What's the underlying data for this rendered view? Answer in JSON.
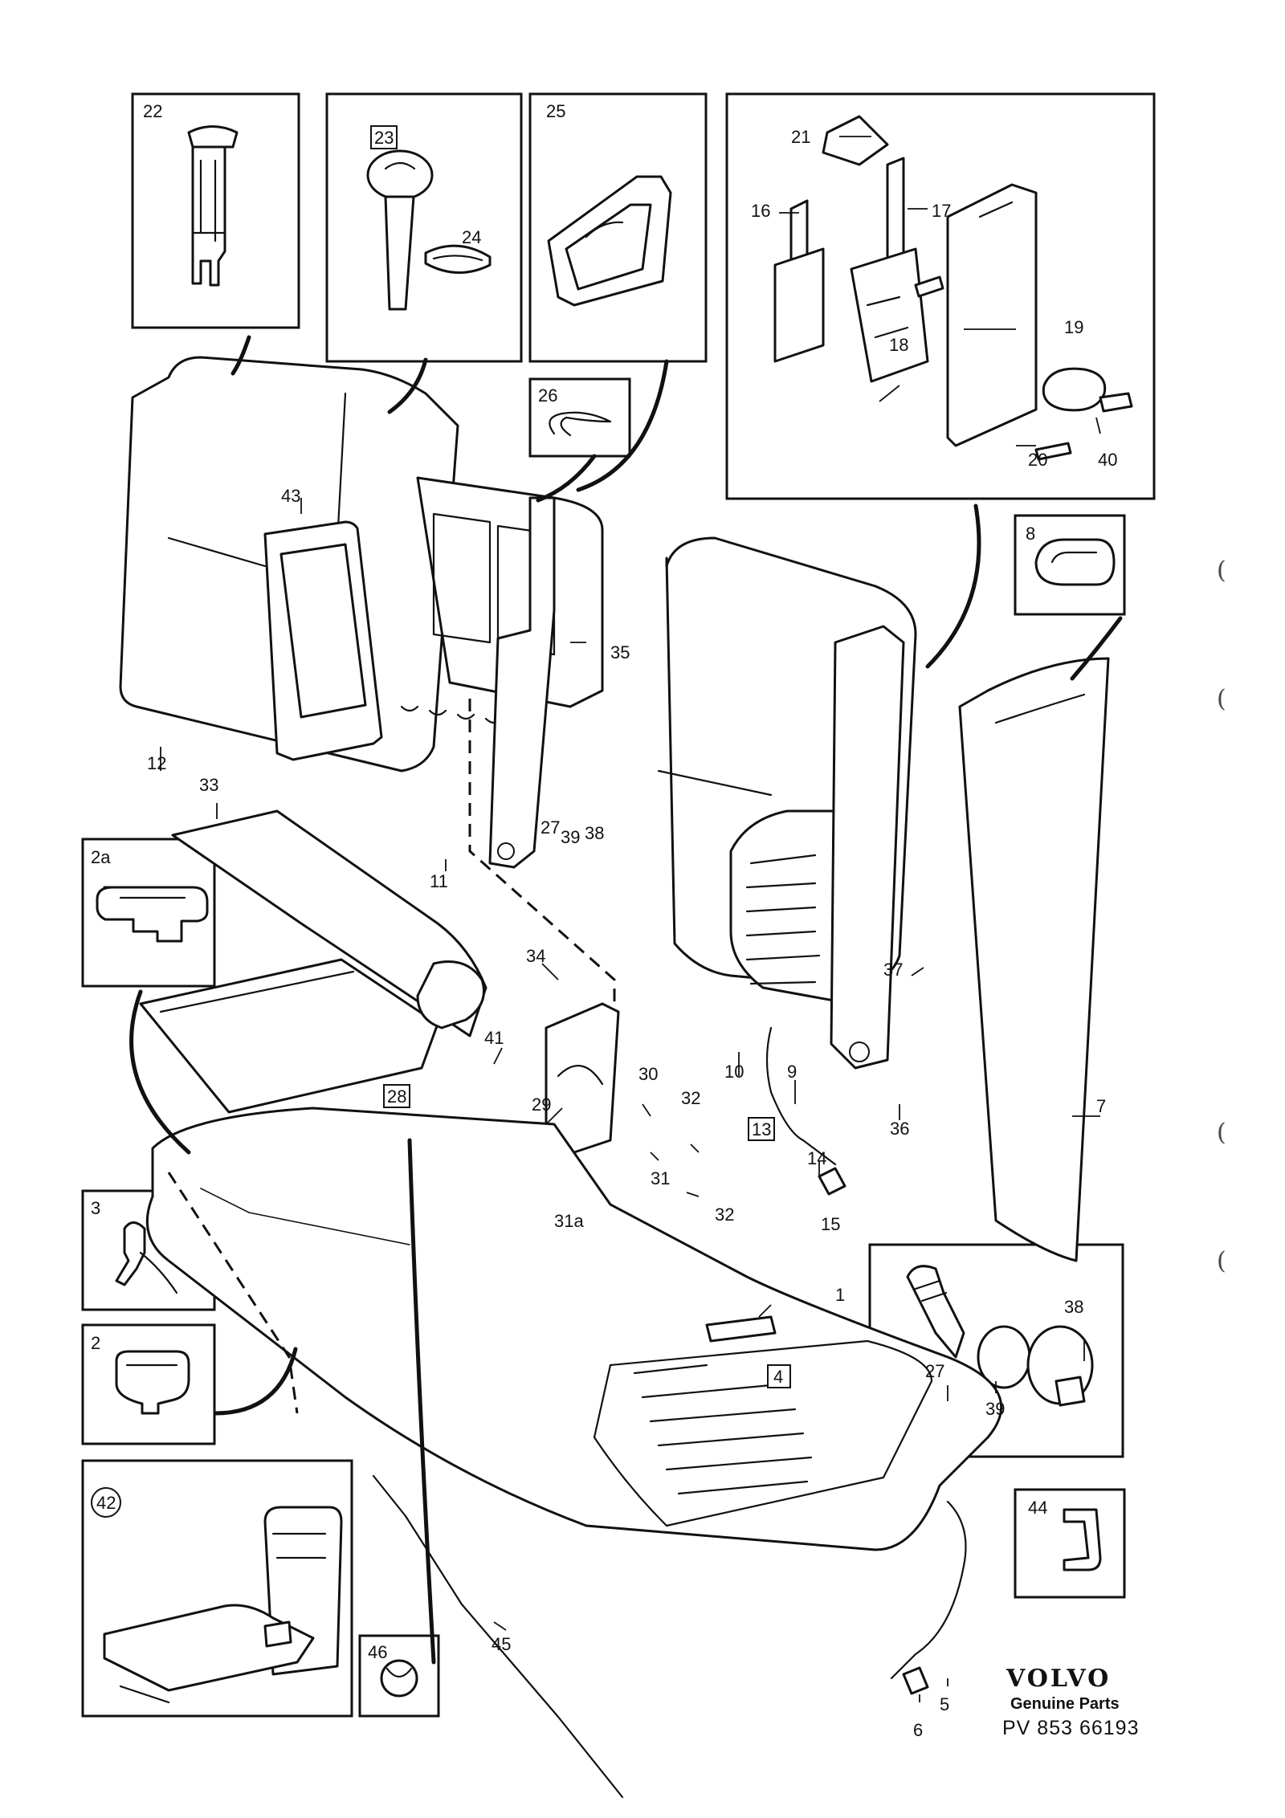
{
  "labels": {
    "p1": "1",
    "p2": "2",
    "p2a": "2a",
    "p3": "3",
    "p4": "4",
    "p5": "5",
    "p6": "6",
    "p7": "7",
    "p8": "8",
    "p9": "9",
    "p10": "10",
    "p11": "11",
    "p12": "12",
    "p13": "13",
    "p14": "14",
    "p15": "15",
    "p16": "16",
    "p17": "17",
    "p18": "18",
    "p19": "19",
    "p20": "20",
    "p21": "21",
    "p22": "22",
    "p23": "23",
    "p24": "24",
    "p25": "25",
    "p26": "26",
    "p27a": "27",
    "p27b": "27",
    "p28": "28",
    "p29": "29",
    "p30": "30",
    "p31": "31",
    "p31a": "31a",
    "p32a": "32",
    "p32b": "32",
    "p33": "33",
    "p34": "34",
    "p35": "35",
    "p36": "36",
    "p37": "37",
    "p38a": "38",
    "p38b": "38",
    "p39a": "39",
    "p39b": "39",
    "p40": "40",
    "p41": "41",
    "p42": "42",
    "p43": "43",
    "p44": "44",
    "p45": "45",
    "p46": "46"
  },
  "footer": {
    "brand": "VOLVO",
    "subtitle": "Genuine Parts",
    "code": "PV 853  66193"
  },
  "margin_marks": [
    "(",
    "(",
    "(",
    "("
  ]
}
